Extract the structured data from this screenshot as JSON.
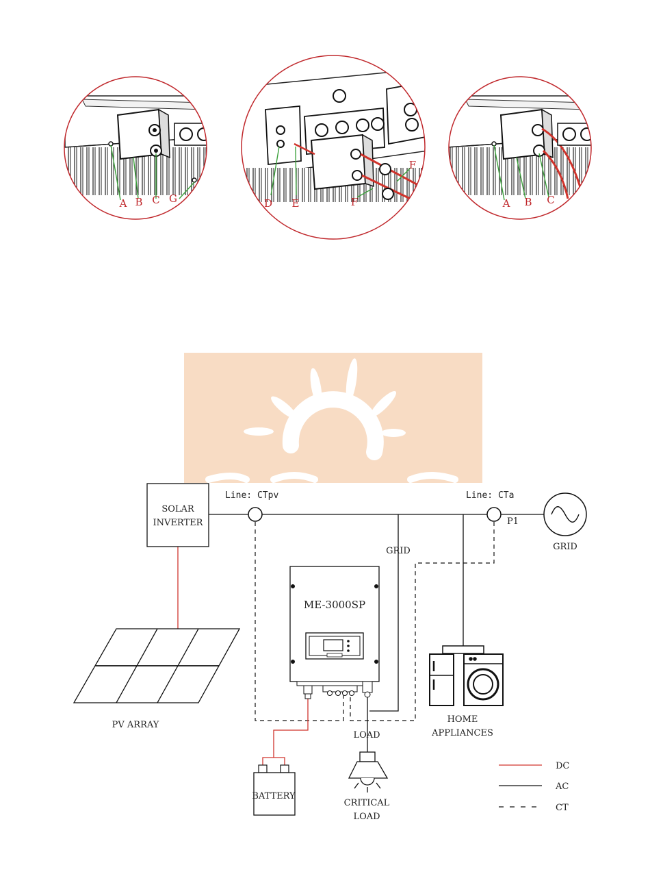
{
  "callouts": {
    "left": [
      "A",
      "B",
      "C",
      "G"
    ],
    "middle": [
      "D",
      "E",
      "F",
      "F"
    ],
    "right": [
      "A",
      "B",
      "C"
    ]
  },
  "diagram": {
    "solar_inverter": [
      "SOLAR",
      "INVERTER"
    ],
    "line_ctpv": "Line: CTpv",
    "line_cta": "Line: CTa",
    "p1": "P1",
    "grid_symbol_label": "GRID",
    "grid_line_label": "GRID",
    "inverter_model": "ME-3000SP",
    "pv_array": "PV ARRAY",
    "battery": "BATTERY",
    "load": "LOAD",
    "critical_load": [
      "CRITICAL",
      "LOAD"
    ],
    "home_appliances": [
      "HOME",
      "APPLIANCES"
    ]
  },
  "legend": [
    {
      "label": "DC",
      "style": "solid",
      "color": "#d0342c"
    },
    {
      "label": "AC",
      "style": "solid",
      "color": "#111111"
    },
    {
      "label": "CT",
      "style": "dashed",
      "color": "#111111"
    }
  ],
  "colors": {
    "callout_red": "#c0282c",
    "leader_green": "#3aa03a",
    "dc_red": "#d0342c",
    "watermark": "#f8dcc4"
  }
}
